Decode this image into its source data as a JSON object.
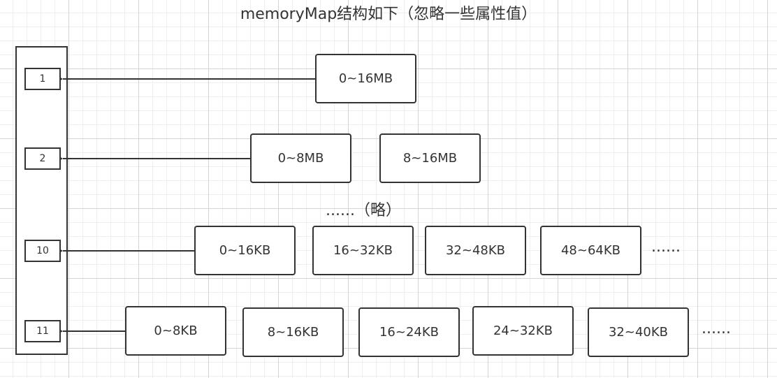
{
  "title": "memoryMap结构如下（忽略一些属性值）",
  "indices": [
    "1",
    "2",
    "10",
    "11"
  ],
  "rows": [
    [
      "0~16MB"
    ],
    [
      "0~8MB",
      "8~16MB"
    ],
    [
      "0~16KB",
      "16~32KB",
      "32~48KB",
      "48~64KB"
    ],
    [
      "0~8KB",
      "8~16KB",
      "16~24KB",
      "24~32KB",
      "32~40KB"
    ]
  ],
  "omitted_note": "......（略）",
  "row_ellipsis": "......",
  "colors": {
    "stroke": "#333333",
    "grid": "#d4d4d4"
  }
}
